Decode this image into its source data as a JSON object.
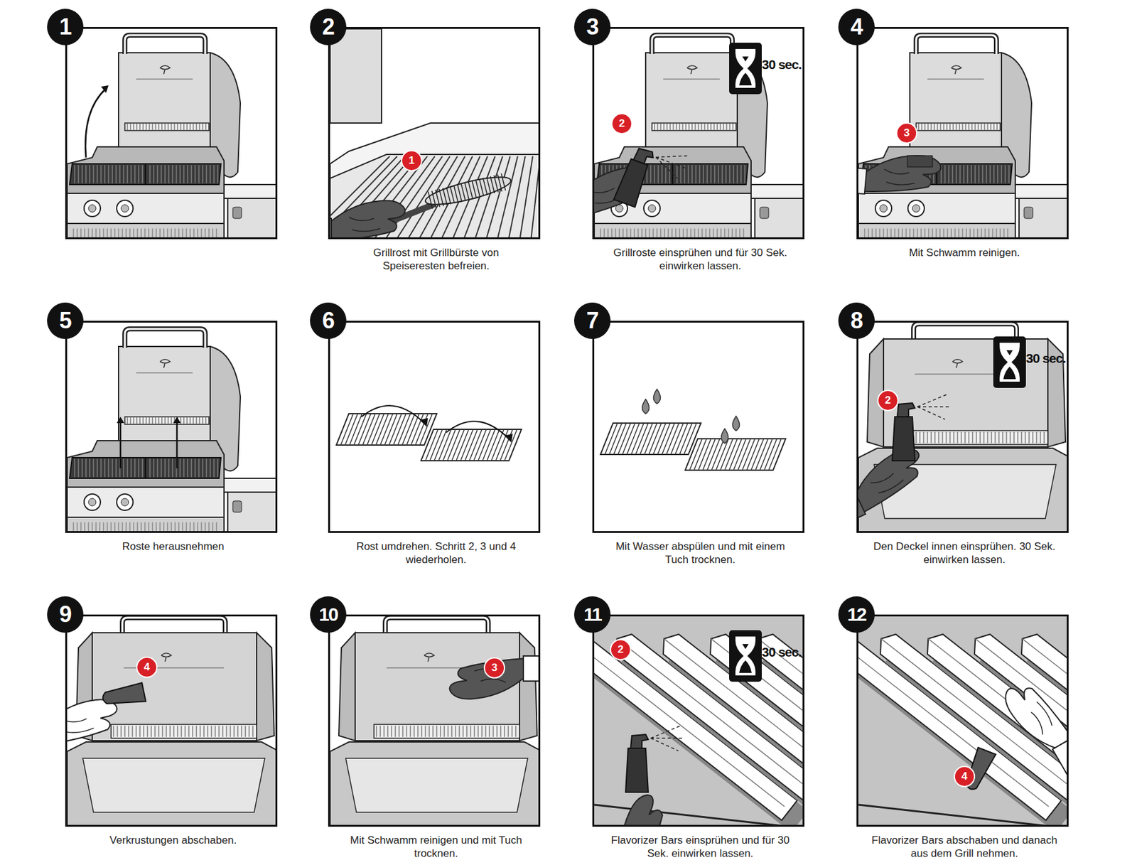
{
  "diagram": {
    "nodes": [
      {
        "text": [
          "1"
        ]
      },
      {
        "text": [
          "2",
          "Grillrost mit Grillbürste von Speiseresten befreien."
        ]
      },
      {
        "text": [
          "1"
        ],
        "in": 1
      },
      {
        "text": [
          "3",
          "Grillroste einsprühen und für 30 Sek. einwirken lassen."
        ]
      },
      {
        "text": [
          "2"
        ],
        "in": 3
      },
      {
        "text": [
          "4",
          "Mit Schwamm reinigen."
        ]
      },
      {
        "text": [
          "3"
        ],
        "in": 5
      },
      {
        "text": [
          "5",
          "Roste herausnehmen"
        ]
      },
      {
        "text": [
          "6",
          "Rost umdrehen. Schritt 2, 3 und 4 wiederholen."
        ]
      },
      {
        "text": [
          "7",
          "Mit Wasser abspülen und mit einem Tuch trocknen."
        ]
      },
      {
        "text": [
          "8",
          "Den Deckel innen einsprühen. 30 Sek. einwirken lassen."
        ]
      },
      {
        "text": [
          "2"
        ],
        "in": 10
      },
      {
        "text": [
          "9",
          "Verkrustungen abschaben."
        ]
      },
      {
        "text": [
          "4"
        ],
        "in": 12
      },
      {
        "text": [
          "10",
          "Mit Schwamm reinigen und mit Tuch trocknen."
        ]
      },
      {
        "text": [
          "3"
        ],
        "in": 14
      },
      {
        "text": [
          "11",
          "Flavorizer Bars einsprühen und für 30 Sek. einwirken lassen."
        ]
      },
      {
        "text": [
          "2"
        ],
        "in": 16
      },
      {
        "text": [
          "12",
          "Flavorizer Bars abschaben und danach aus dem Grill nehmen."
        ]
      },
      {
        "text": [
          "4"
        ],
        "in": 18
      }
    ],
    "labels": [
      "30 sec.",
      "30 sec.",
      "30 sec."
    ]
  }
}
